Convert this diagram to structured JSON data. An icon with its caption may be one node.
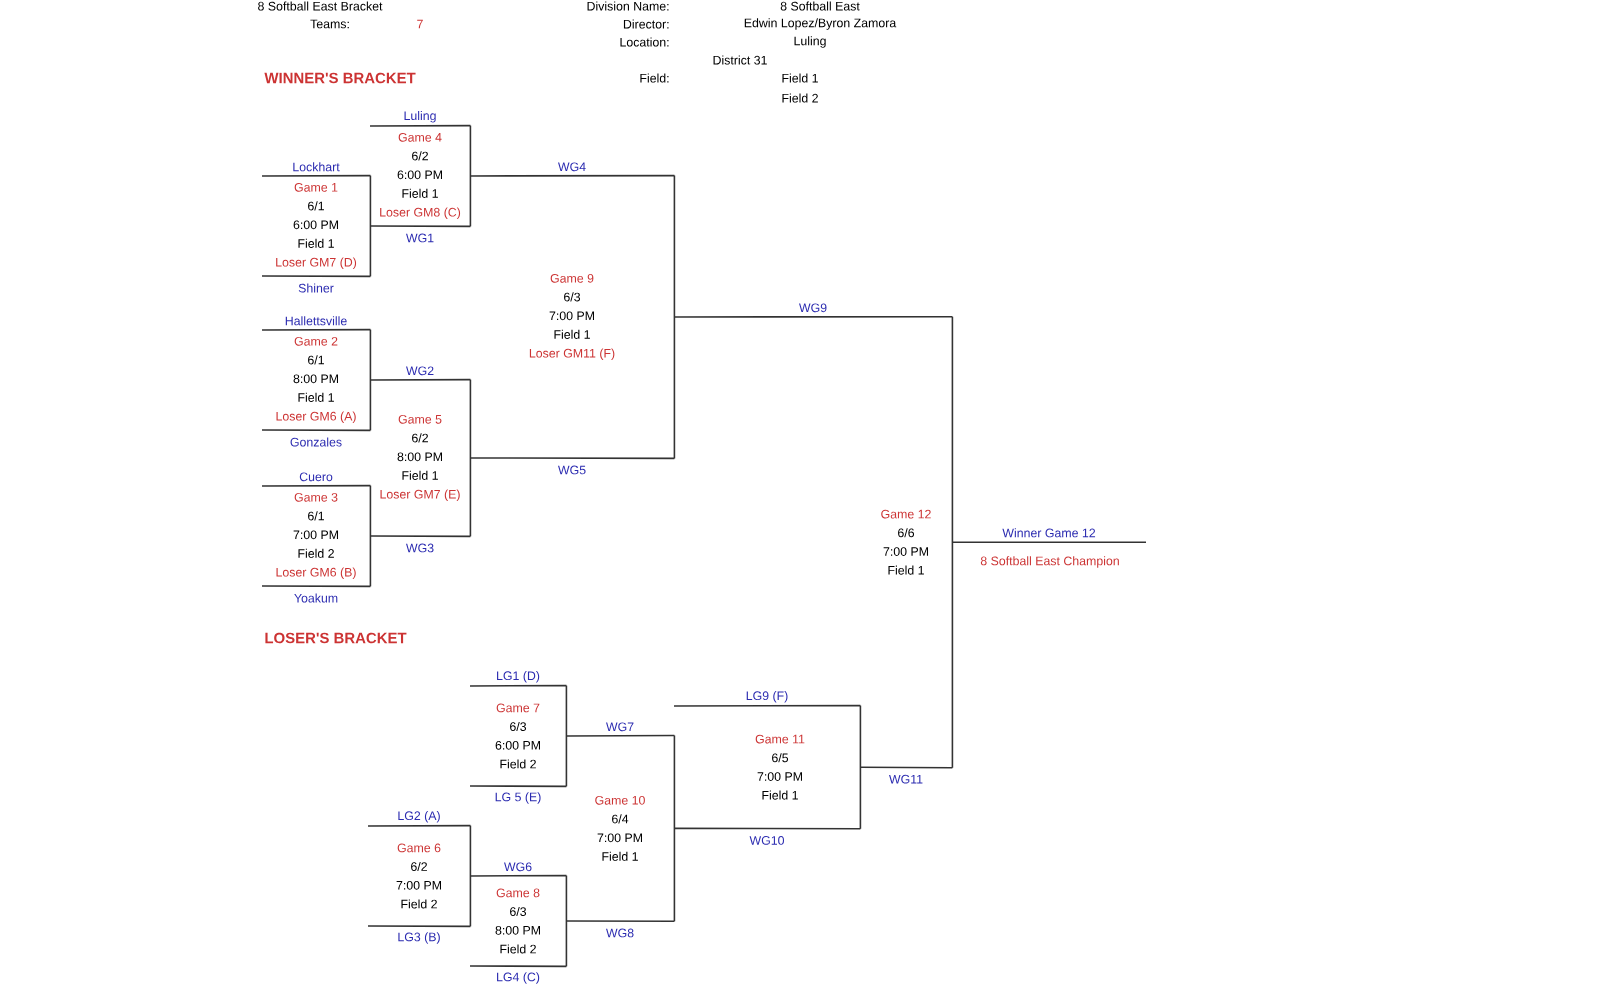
{
  "diagram": {
    "nodes": [
      {
        "text": [
          "Game 1",
          "6/1",
          "6:00 PM",
          "Field 1",
          "Loser GM7 (D)"
        ]
      },
      {
        "text": [
          "Game 2",
          "6/1",
          "8:00 PM",
          "Field 1",
          "Loser GM6 (A)"
        ]
      },
      {
        "text": [
          "Game 3",
          "6/1",
          "7:00 PM",
          "Field 2",
          "Loser GM6 (B)"
        ]
      },
      {
        "text": [
          "Game 4",
          "6/2",
          "6:00 PM",
          "Field 1",
          "Loser GM8 (C)"
        ]
      },
      {
        "text": [
          "Game 5",
          "6/2",
          "8:00 PM",
          "Field 1",
          "Loser GM7 (E)"
        ]
      },
      {
        "text": [
          "Game 6",
          "6/2",
          "7:00 PM",
          "Field 2"
        ]
      },
      {
        "text": [
          "Game 7",
          "6/3",
          "6:00 PM",
          "Field 2"
        ]
      },
      {
        "text": [
          "Game 8",
          "6/3",
          "8:00 PM",
          "Field 2"
        ]
      },
      {
        "text": [
          "Game 9",
          "6/3",
          "7:00 PM",
          "Field 1",
          "Loser GM11 (F)"
        ]
      },
      {
        "text": [
          "Game 10",
          "6/4",
          "7:00 PM",
          "Field 1"
        ]
      },
      {
        "text": [
          "Game 11",
          "6/5",
          "7:00 PM",
          "Field 1"
        ]
      },
      {
        "text": [
          "Game 12",
          "6/6",
          "7:00 PM",
          "Field 1"
        ]
      }
    ],
    "edges": [
      {
        "from": null,
        "to": 0,
        "arrow": "none",
        "label": "Lockhart"
      },
      {
        "from": null,
        "to": 0,
        "arrow": "none",
        "label": "Shiner"
      },
      {
        "from": null,
        "to": 1,
        "arrow": "none",
        "label": "Hallettsville"
      },
      {
        "from": null,
        "to": 1,
        "arrow": "none",
        "label": "Gonzales"
      },
      {
        "from": null,
        "to": 2,
        "arrow": "none",
        "label": "Cuero"
      },
      {
        "from": null,
        "to": 2,
        "arrow": "none",
        "label": "Yoakum"
      },
      {
        "from": null,
        "to": 3,
        "arrow": "none",
        "label": "Luling"
      },
      {
        "from": 0,
        "to": 3,
        "arrow": "none",
        "label": "WG1"
      },
      {
        "from": 1,
        "to": 4,
        "arrow": "none",
        "label": "WG2"
      },
      {
        "from": 2,
        "to": 4,
        "arrow": "none",
        "label": "WG3"
      },
      {
        "from": 3,
        "to": 8,
        "arrow": "none",
        "label": "WG4"
      },
      {
        "from": 4,
        "to": 8,
        "arrow": "none",
        "label": "WG5"
      },
      {
        "from": 8,
        "to": 11,
        "arrow": "none",
        "label": "WG9"
      },
      {
        "from": 10,
        "to": 11,
        "arrow": "none",
        "label": "WG11"
      },
      {
        "from": 11,
        "to": null,
        "arrow": "none",
        "label": "Winner Game 12"
      },
      {
        "from": null,
        "to": 6,
        "arrow": "none",
        "label": "LG1 (D)"
      },
      {
        "from": null,
        "to": 6,
        "arrow": "none",
        "label": "LG 5 (E)"
      },
      {
        "from": null,
        "to": 5,
        "arrow": "none",
        "label": "LG2 (A)"
      },
      {
        "from": null,
        "to": 5,
        "arrow": "none",
        "label": "LG3 (B)"
      },
      {
        "from": 5,
        "to": 7,
        "arrow": "none",
        "label": "WG6"
      },
      {
        "from": null,
        "to": 7,
        "arrow": "none",
        "label": "LG4 (C)"
      },
      {
        "from": 6,
        "to": 9,
        "arrow": "none",
        "label": "WG7"
      },
      {
        "from": 7,
        "to": 9,
        "arrow": "none",
        "label": "WG8"
      },
      {
        "from": null,
        "to": 10,
        "arrow": "none",
        "label": "LG9 (F)"
      },
      {
        "from": 9,
        "to": 10,
        "arrow": "none",
        "label": "WG10"
      }
    ],
    "labels": [
      "8 Softball East Bracket",
      "Teams:",
      "7",
      "Division Name:",
      "8 Softball East",
      "Director:",
      "Edwin Lopez/Byron Zamora",
      "Location:",
      "Luling",
      "District 31",
      "WINNER'S BRACKET",
      "Field:",
      "Field 1",
      "Field 2",
      "LOSER'S BRACKET",
      "8 Softball East Champion"
    ]
  }
}
